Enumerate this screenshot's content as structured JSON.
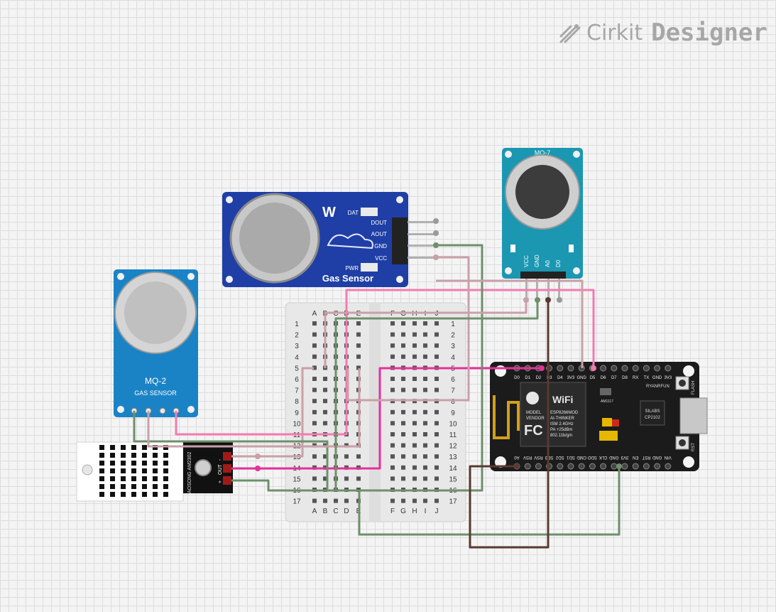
{
  "brand": {
    "name": "Cirkit",
    "product": "Designer"
  },
  "mq135": {
    "title": "Gas Sensor",
    "pins": [
      "DOUT",
      "AOUT",
      "GND",
      "VCC"
    ],
    "dat": "DAT",
    "pwr": "PWR"
  },
  "mq7": {
    "title": "MQ-7",
    "pins": [
      "VCC",
      "GND",
      "A0",
      "D0"
    ]
  },
  "mq2": {
    "title": "MQ-2",
    "subtitle": "GAS SENSOR"
  },
  "dht": {
    "model": "AOSONG AM2302",
    "pins": [
      "-",
      "OUT",
      "+"
    ]
  },
  "breadboard": {
    "cols_left": [
      "A",
      "B",
      "C",
      "D",
      "E"
    ],
    "cols_right": [
      "F",
      "G",
      "H",
      "I",
      "J"
    ],
    "rows": [
      "1",
      "2",
      "3",
      "4",
      "5",
      "6",
      "7",
      "8",
      "9",
      "10",
      "11",
      "12",
      "13",
      "14",
      "15",
      "16",
      "17"
    ]
  },
  "esp": {
    "top_pins": [
      "D0",
      "D1",
      "D2",
      "D3",
      "D4",
      "3V3",
      "GND",
      "D5",
      "D6",
      "D7",
      "D8",
      "RX",
      "TX",
      "GND",
      "3V3"
    ],
    "bottom_pins": [
      "A0",
      "RSV",
      "RSV",
      "SD3",
      "SD2",
      "SD1",
      "CMD",
      "SDO",
      "CLK",
      "GND",
      "3V3",
      "EN",
      "RST",
      "GND",
      "VIN"
    ],
    "module_lines": [
      "MODEL",
      "VENDOR",
      "ESP8266MOD",
      "AI-THINKER",
      "ISM 2.4GHz",
      "PA +25dBm",
      "802.11b/g/n"
    ],
    "wifi": "WiFi",
    "fcc": "FC",
    "usb_chip": [
      "SILABS",
      "CP2102"
    ],
    "ryan": "RYANRFUN",
    "reg": "AM1117",
    "flash": "FLASH",
    "rst": "RST"
  }
}
